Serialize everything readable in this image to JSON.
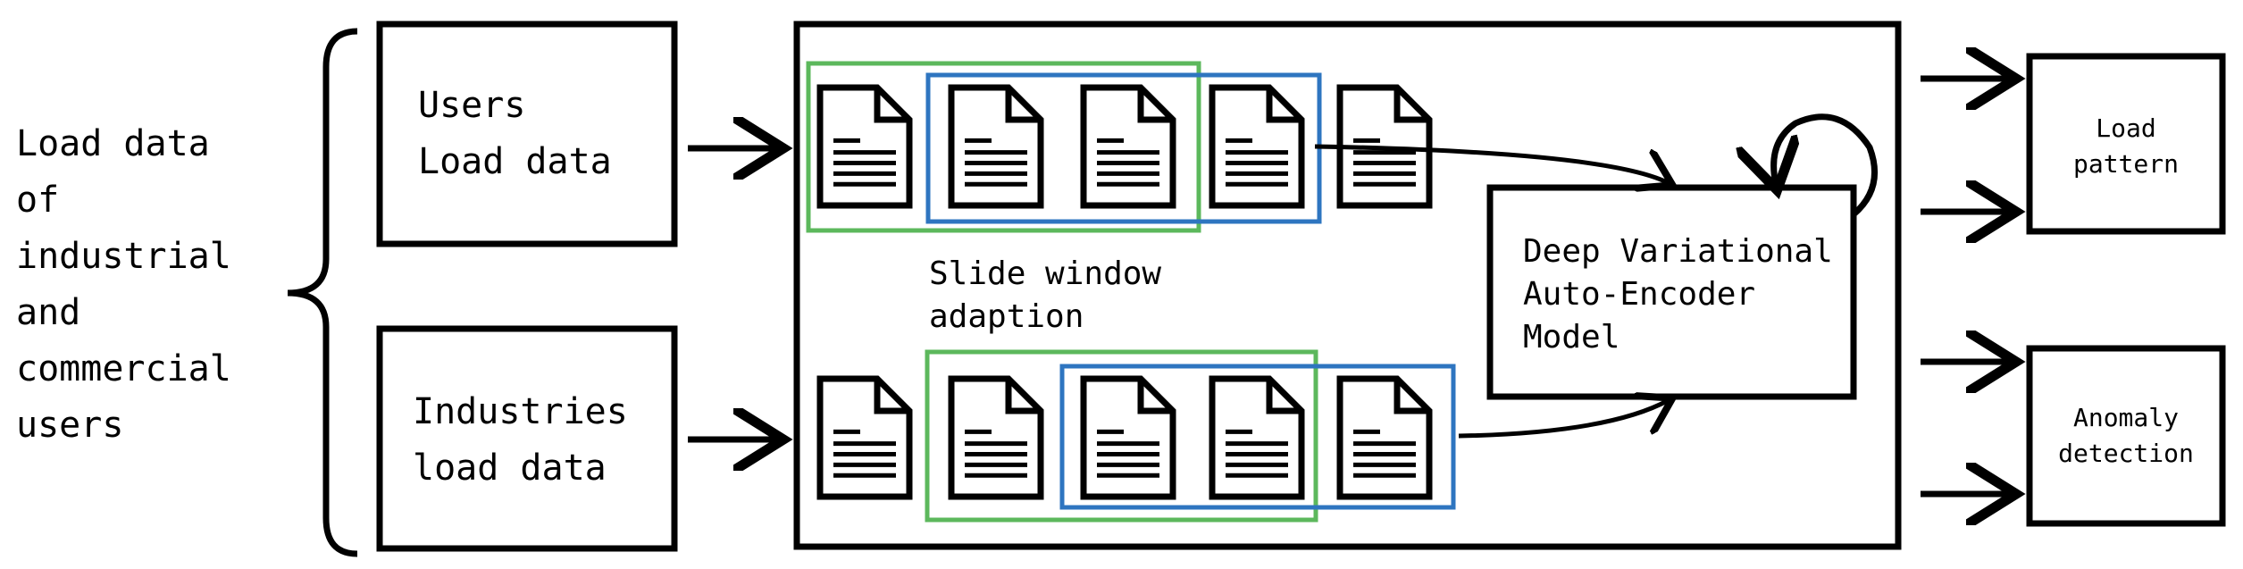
{
  "input_label": "Load data\nof\nindustrial\nand\ncommercial\nusers",
  "sources": {
    "users": "Users\nLoad data",
    "industries": "Industries\nload data"
  },
  "process": {
    "slide_window": "Slide window\nadaption",
    "model": "Deep Variational\nAuto-Encoder\nModel"
  },
  "outputs": {
    "load_pattern": "Load\npattern",
    "anomaly_detection": "Anomaly\ndetection"
  },
  "colors": {
    "stroke": "#000000",
    "window_green": "#5cb85c",
    "window_blue": "#2e75c0"
  },
  "icons": {
    "document": "document-icon",
    "arrow": "arrow-icon",
    "brace": "curly-brace-icon",
    "loop": "self-loop-arrow-icon"
  }
}
